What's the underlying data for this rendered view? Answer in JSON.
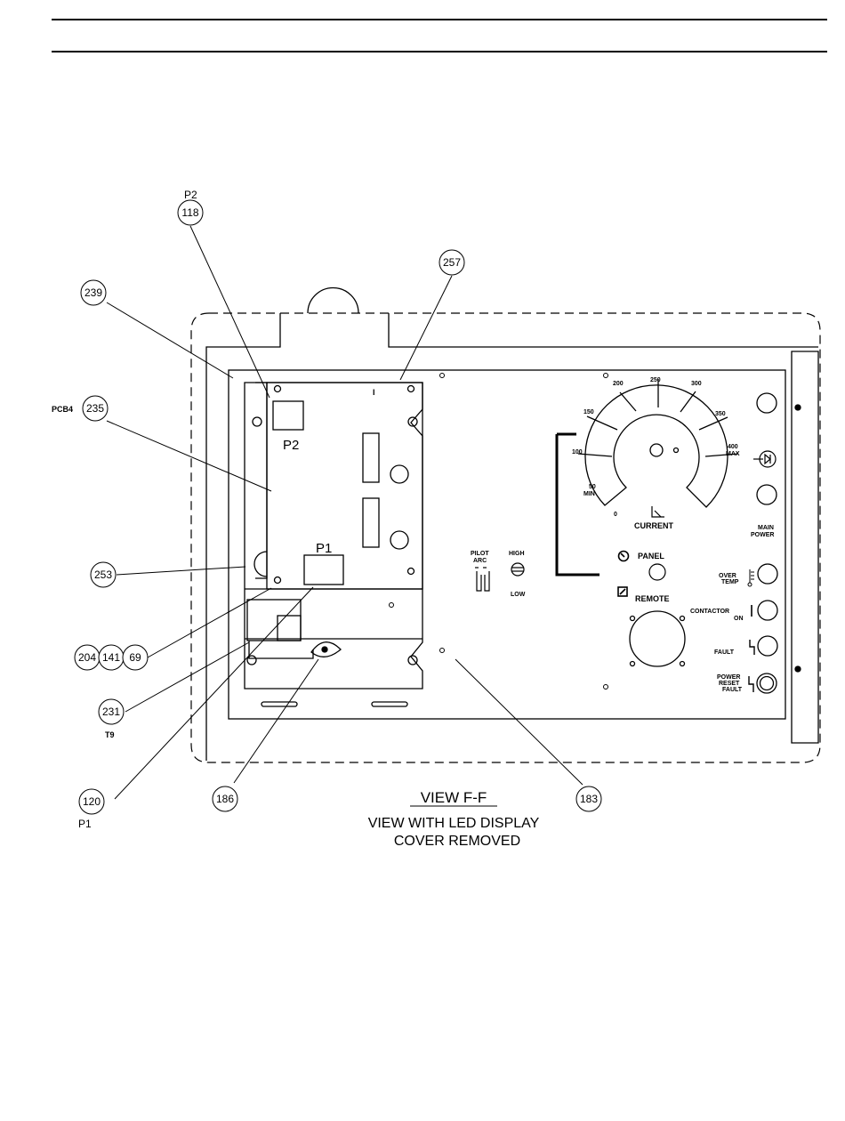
{
  "view": {
    "title": "VIEW F-F",
    "caption_line1": "VIEW WITH LED DISPLAY",
    "caption_line2": "COVER REMOVED"
  },
  "callouts": [
    {
      "id": "118",
      "label_above": "P2"
    },
    {
      "id": "257"
    },
    {
      "id": "239"
    },
    {
      "id": "235",
      "label_left": "PCB4"
    },
    {
      "id": "253"
    },
    {
      "id": "204"
    },
    {
      "id": "141"
    },
    {
      "id": "69"
    },
    {
      "id": "231",
      "label_below": "T9"
    },
    {
      "id": "120",
      "label_below": "P1"
    },
    {
      "id": "186"
    },
    {
      "id": "183"
    }
  ],
  "board": {
    "connector_p2": "P2",
    "connector_p1": "P1",
    "marker": "I"
  },
  "panel": {
    "pilot_arc": [
      "PILOT",
      "ARC"
    ],
    "high": "HIGH",
    "low": "LOW",
    "current": "CURRENT",
    "panel": "PANEL",
    "remote": "REMOTE",
    "main_power": [
      "MAIN",
      "POWER"
    ],
    "over_temp": [
      "OVER",
      "TEMP"
    ],
    "contactor_on": [
      "CONTACTOR",
      "ON"
    ],
    "fault": "FAULT",
    "power_reset_fault": [
      "POWER",
      "RESET",
      "FAULT"
    ],
    "dial_ticks": {
      "t0": "0",
      "t50": [
        "50",
        "MIN"
      ],
      "t100": "100",
      "t150": "150",
      "t200": "200",
      "t250": "250",
      "t300": "300",
      "t350": "350",
      "t400": [
        "400",
        "MAX"
      ]
    }
  }
}
